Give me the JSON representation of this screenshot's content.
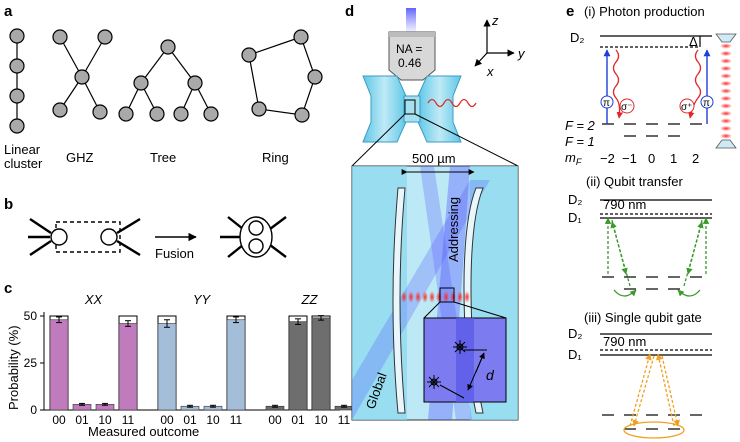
{
  "panels": {
    "a": {
      "label": "a",
      "graphs": [
        {
          "name": "Linear cluster",
          "line1": "Linear",
          "line2": "cluster"
        },
        {
          "name": "GHZ"
        },
        {
          "name": "Tree"
        },
        {
          "name": "Ring"
        }
      ]
    },
    "b": {
      "label": "b",
      "caption": "Fusion"
    },
    "c": {
      "label": "c"
    },
    "d": {
      "label": "d",
      "na_line1": "NA =",
      "na_line2": "0.46",
      "axis_z": "z",
      "axis_x": "x",
      "axis_y": "y",
      "distance": "500 µm",
      "addressing": "Addressing",
      "global": "Global",
      "separation": "d"
    },
    "e": {
      "label": "e",
      "sections": [
        {
          "title": "(i) Photon production",
          "upper": "D₂",
          "delta": "Δ"
        },
        {
          "title": "(ii) Qubit transfer",
          "upper": "D₂",
          "wavelength": "790 nm",
          "lower": "D₁"
        },
        {
          "title": "(iii) Single qubit gate",
          "upper": "D₂",
          "wavelength": "790 nm",
          "lower": "D₁"
        }
      ],
      "f2": "F = 2",
      "f1": "F = 1",
      "mf_label": "m",
      "mf_sub": "F",
      "mf_values": [
        "−2",
        "−1",
        "0",
        "1",
        "2"
      ],
      "pol_pi": "π",
      "pol_sigma_minus": "σ⁻",
      "pol_sigma_plus": "σ⁺"
    }
  },
  "chart_data": {
    "type": "bar",
    "ylabel": "Probability (%)",
    "xlabel": "Measured outcome",
    "ylim": [
      0,
      50
    ],
    "yticks": [
      0,
      25,
      50
    ],
    "groups": [
      {
        "name": "XX",
        "color": "#c07bbd",
        "categories": [
          "00",
          "01",
          "10",
          "11"
        ],
        "values": [
          48,
          3,
          3,
          46
        ],
        "errors": [
          1.5,
          0.5,
          0.5,
          1.5
        ]
      },
      {
        "name": "YY",
        "color": "#a4bdd8",
        "categories": [
          "00",
          "01",
          "10",
          "11"
        ],
        "values": [
          46,
          2,
          2,
          48
        ],
        "errors": [
          2,
          0.5,
          0.5,
          1.5
        ]
      },
      {
        "name": "ZZ",
        "color": "#6e6e6e",
        "categories": [
          "00",
          "01",
          "10",
          "11"
        ],
        "values": [
          2,
          47,
          49,
          2
        ],
        "errors": [
          0.5,
          1.5,
          1.2,
          0.5
        ]
      }
    ],
    "ideal": 50
  }
}
